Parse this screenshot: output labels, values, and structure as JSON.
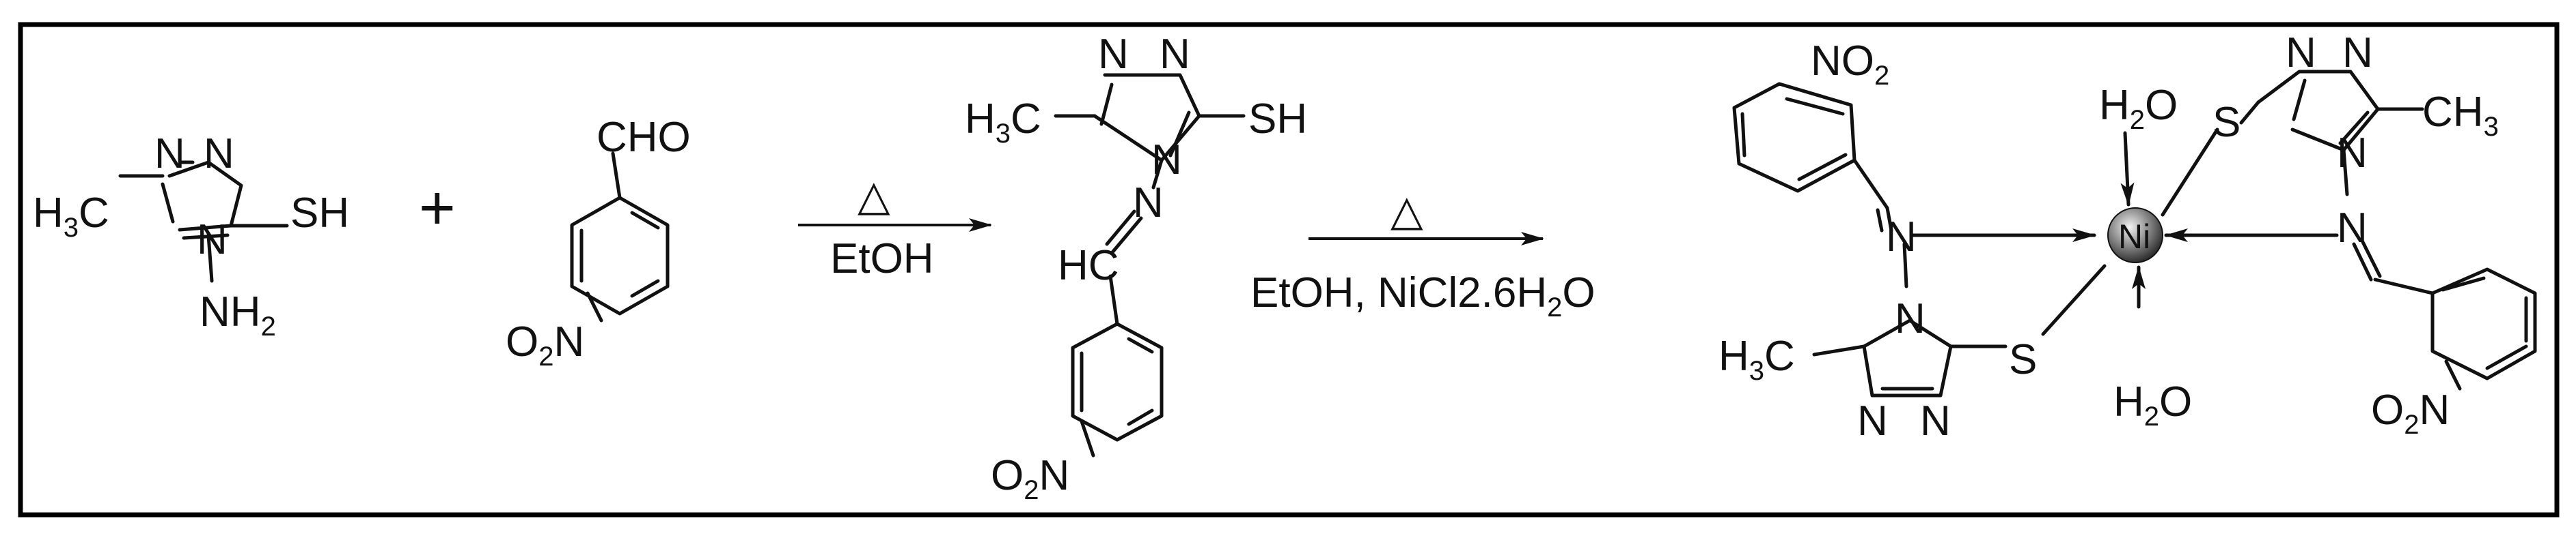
{
  "reactant_triazole": {
    "methyl": "H3C",
    "n1": "N",
    "n2": "N",
    "thiol": "SH",
    "amine": "NH2",
    "n4": "N"
  },
  "plus_sign": "+",
  "reactant_aldehyde": {
    "aldehyde": "CHO",
    "nitro": "O2N"
  },
  "step1": {
    "heat_symbol": "△",
    "solvent": "EtOH"
  },
  "schiff_base": {
    "n1": "N",
    "n2": "N",
    "methyl": "H3C",
    "thiol": "SH",
    "n4": "N",
    "imine_n": "N",
    "imine_c": "HC",
    "nitro": "O2N"
  },
  "step2": {
    "heat_symbol": "△",
    "reagents": "EtOH, NiCl2.6H2O"
  },
  "complex": {
    "metal": "Ni",
    "water_top": "H2O",
    "water_bottom": "H2O",
    "left_nitro": "NO2",
    "left_imine_n": "N",
    "left_n4": "N",
    "left_methyl": "H3C",
    "left_s": "S",
    "left_n1": "N",
    "left_n2": "N",
    "right_s": "S",
    "right_n1": "N",
    "right_n2": "N",
    "right_methyl": "CH3",
    "right_n4": "N",
    "right_imine_n": "N",
    "right_nitro": "O2N"
  }
}
